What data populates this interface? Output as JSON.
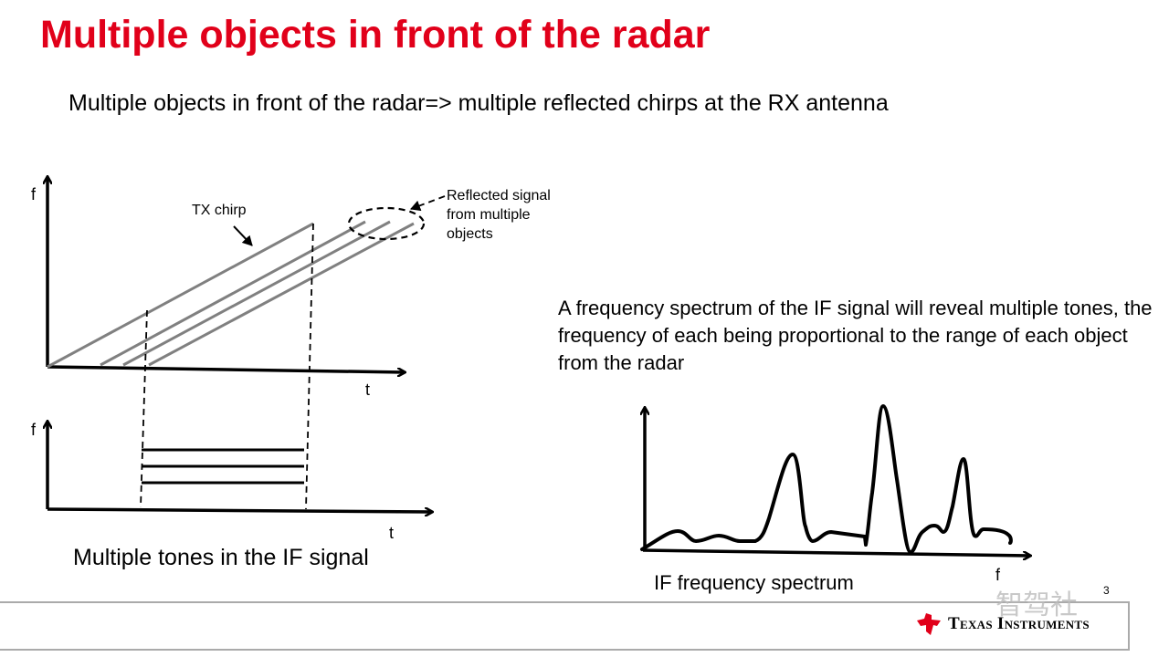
{
  "slide": {
    "title": "Multiple objects in front of the radar",
    "subtitle": "Multiple objects in front of the radar=> multiple reflected chirps at the RX antenna",
    "description": "A frequency spectrum of the IF signal will reveal multiple tones, the frequency of each being proportional to the range of each object from the radar",
    "page_number": "3"
  },
  "chirp_diagram": {
    "y_axis": "f",
    "x_axis": "t",
    "tx_label": "TX chirp",
    "reflected_label": "Reflected signal from multiple objects"
  },
  "if_diagram": {
    "y_axis": "f",
    "x_axis": "t",
    "caption": "Multiple tones in the IF signal"
  },
  "spectrum": {
    "x_axis": "f",
    "caption": "IF frequency spectrum"
  },
  "footer": {
    "brand": "Texas Instruments",
    "watermark": "智驾社",
    "brand_color": "#e1001a"
  }
}
